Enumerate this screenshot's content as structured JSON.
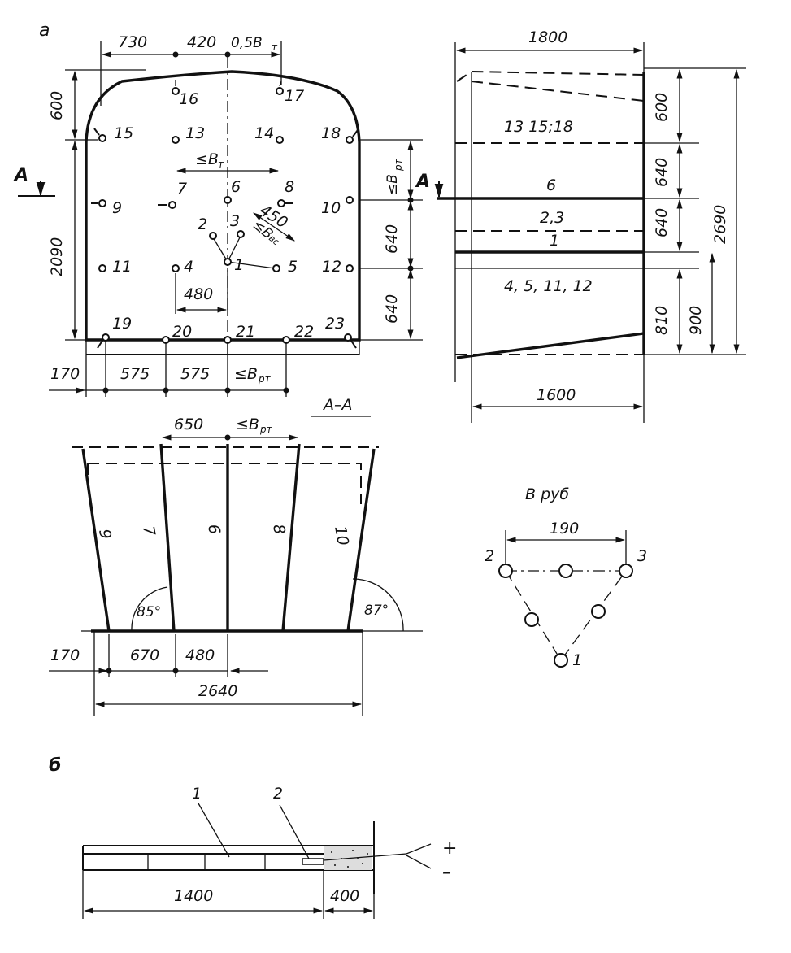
{
  "figure_a": {
    "label": "а",
    "top_dims": [
      "730",
      "420",
      "0,5В",
      "т"
    ],
    "left_dims": [
      "600",
      "2090"
    ],
    "section_marker": "А",
    "holes": {
      "h16": "16",
      "h17": "17",
      "h15": "15",
      "h13": "13",
      "h14": "14",
      "h18": "18",
      "h9": "9",
      "h7": "7",
      "h6": "6",
      "h8": "8",
      "h10": "10",
      "h2": "2",
      "h3": "3",
      "h1": "1",
      "h5": "5",
      "h11": "11",
      "h4": "4",
      "h12": "12",
      "h19": "19",
      "h20": "20",
      "h21": "21",
      "h22": "22",
      "h23": "23"
    },
    "le_bt": "≤В",
    "bt_sub": "т",
    "dim_450": "450",
    "le_bvs": "≤В",
    "bvs_sub": "вс",
    "dim_480": "480",
    "right_dims": [
      "≤В",
      "рт",
      "640",
      "640"
    ],
    "bottom_dims": [
      "170",
      "575",
      "575",
      "≤В",
      "рт"
    ]
  },
  "side_view": {
    "top_dim": "1800",
    "section_marker": "А",
    "layer_labels": [
      "13 15;18",
      "6",
      "2,3",
      "1",
      "4, 5, 11, 12"
    ],
    "right_dims": [
      "600",
      "640",
      "640",
      "810",
      "900",
      "2690"
    ],
    "bottom_dim": "1600"
  },
  "section_aa": {
    "title": "А–А",
    "top_dims": [
      "650",
      "≤В",
      "рт"
    ],
    "hole_labels": [
      "9",
      "7",
      "6",
      "8",
      "10"
    ],
    "angle_left": "85°",
    "angle_right": "87°",
    "bottom_dims": [
      "170",
      "670",
      "480"
    ],
    "overall": "2640"
  },
  "cut_detail": {
    "title": "В руб",
    "spacing": "190",
    "labels": [
      "2",
      "3",
      "1"
    ]
  },
  "figure_b": {
    "label": "б",
    "callouts": [
      "1",
      "2"
    ],
    "polarity": [
      "+",
      "–"
    ],
    "dims": [
      "1400",
      "400"
    ]
  }
}
